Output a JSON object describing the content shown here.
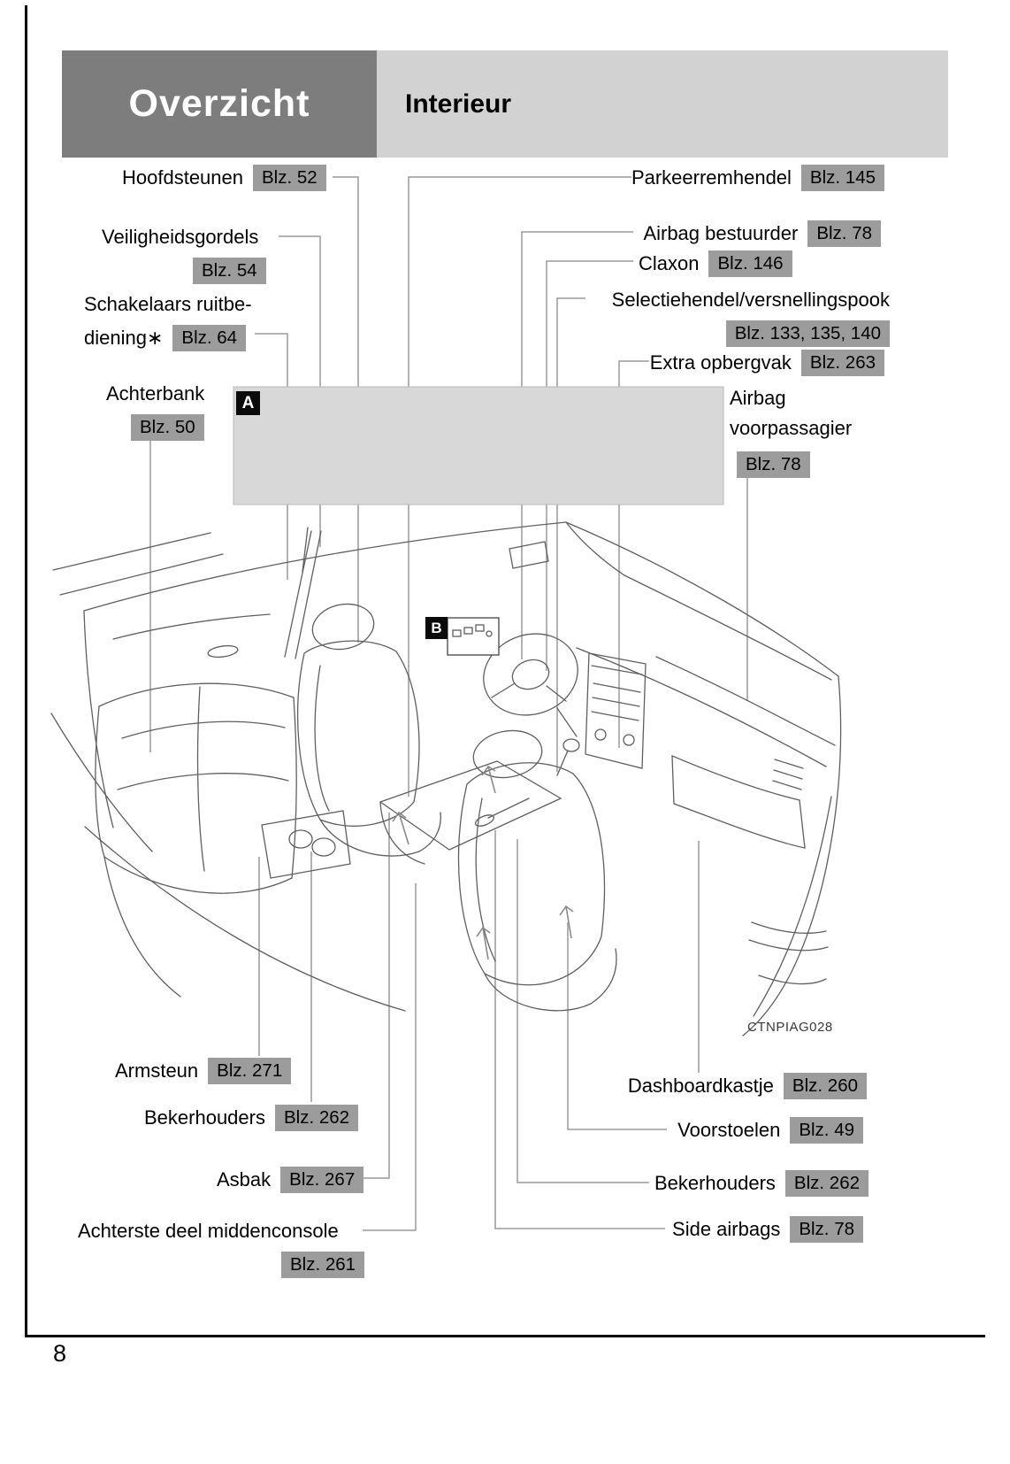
{
  "header": {
    "section": "Overzicht",
    "title": "Interieur"
  },
  "page": {
    "number": "8",
    "figure_code": "CTNPIAG028"
  },
  "markers": {
    "a": "A",
    "b": "B"
  },
  "colors": {
    "header_section_bg": "#7d7d7d",
    "header_title_bg": "#d2d2d2",
    "badge_bg": "#9c9c9c",
    "panel_bg": "#d8d8d8",
    "leader_line": "#9a9a9a"
  },
  "callouts": {
    "hoofdsteunen": {
      "label": "Hoofdsteunen",
      "page_ref": "Blz. 52"
    },
    "parkeerremhendel": {
      "label": "Parkeerremhendel",
      "page_ref": "Blz. 145"
    },
    "veiligheidsgordels": {
      "label": "Veiligheidsgordels",
      "page_ref": "Blz. 54"
    },
    "airbag_bestuurder": {
      "label": "Airbag bestuurder",
      "page_ref": "Blz. 78"
    },
    "claxon": {
      "label": "Claxon",
      "page_ref": "Blz. 146"
    },
    "schakelaars_ruitbediening": {
      "label_line1": "Schakelaars ruitbe-",
      "label_line2": "diening∗",
      "page_ref": "Blz. 64"
    },
    "selectiehendel": {
      "label": "Selectiehendel/versnellingspook",
      "page_ref": "Blz. 133, 135, 140"
    },
    "extra_opbergvak": {
      "label": "Extra opbergvak",
      "page_ref": "Blz. 263"
    },
    "achterbank": {
      "label": "Achterbank",
      "page_ref": "Blz. 50"
    },
    "airbag_voorpassagier": {
      "label": "Airbag voorpassagier",
      "page_ref": "Blz. 78"
    },
    "armsteun": {
      "label": "Armsteun",
      "page_ref": "Blz. 271"
    },
    "bekerhouders_links": {
      "label": "Bekerhouders",
      "page_ref": "Blz. 262"
    },
    "asbak": {
      "label": "Asbak",
      "page_ref": "Blz. 267"
    },
    "achterste_deel_middenconsole": {
      "label": "Achterste deel middenconsole",
      "page_ref": "Blz. 261"
    },
    "dashboardkastje": {
      "label": "Dashboardkastje",
      "page_ref": "Blz. 260"
    },
    "voorstoelen": {
      "label": "Voorstoelen",
      "page_ref": "Blz. 49"
    },
    "bekerhouders_rechts": {
      "label": "Bekerhouders",
      "page_ref": "Blz. 262"
    },
    "side_airbags": {
      "label": "Side airbags",
      "page_ref": "Blz. 78"
    }
  }
}
